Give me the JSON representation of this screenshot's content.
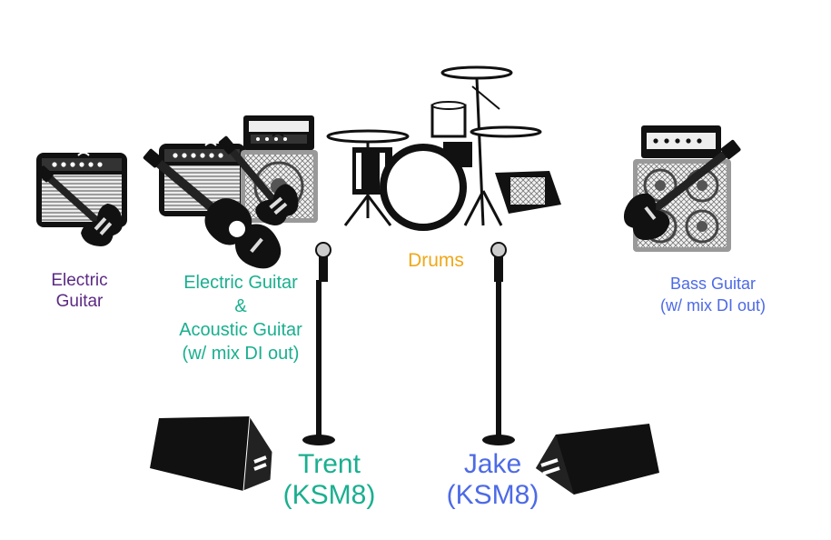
{
  "colors": {
    "electric_guitar": "#5b2a83",
    "electric_acoustic": "#1aaf8f",
    "drums": "#f0a818",
    "bass": "#4d6ae6",
    "trent": "#1aaf8f",
    "jake": "#4d6ae6",
    "equipment": "#111111"
  },
  "icons": [
    "guitar-amp-icon",
    "electric-guitar-icon",
    "acoustic-guitar-icon",
    "amp-head-icon",
    "speaker-cabinet-icon",
    "drum-kit-icon",
    "microphone-stand-icon",
    "floor-monitor-icon",
    "bass-guitar-icon"
  ],
  "labels": {
    "electric_guitar": [
      "Electric",
      "Guitar"
    ],
    "electric_acoustic": [
      "Electric Guitar",
      "&",
      "Acoustic Guitar",
      "(w/ mix DI out)"
    ],
    "drums": "Drums",
    "bass": [
      "Bass Guitar",
      "(w/ mix DI out)"
    ],
    "trent": [
      "Trent",
      "(KSM8)"
    ],
    "jake": [
      "Jake",
      "(KSM8)"
    ]
  }
}
